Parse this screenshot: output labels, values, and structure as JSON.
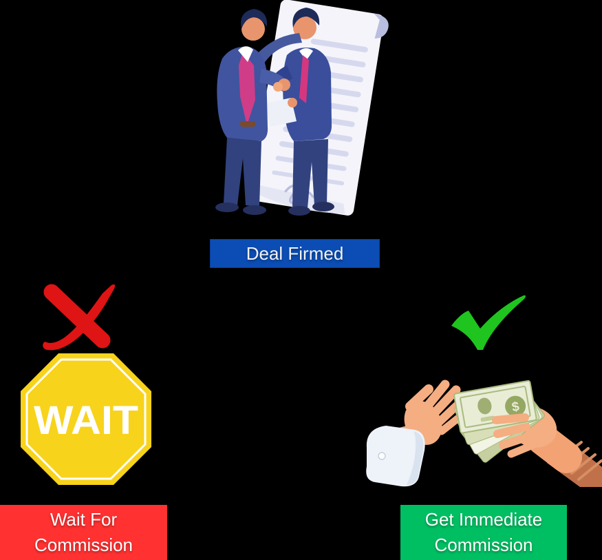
{
  "canvas": {
    "background": "#000000"
  },
  "deal": {
    "illustration": "two-businessmen-handshake-contract",
    "banner": {
      "label": "Deal Firmed",
      "bg": "#0b4db4",
      "text_color": "#f2f2f2"
    }
  },
  "wait_path": {
    "icon": "red-cross",
    "icon_color": "#df1414",
    "sign": {
      "label": "WAIT",
      "shape": "octagon",
      "bg": "#f8d31c",
      "text_color": "#ffffff"
    },
    "banner": {
      "line1": "Wait For",
      "line2": "Commission",
      "bg": "#ff3131",
      "text_color": "#ffffff"
    }
  },
  "paid_path": {
    "icon": "green-check",
    "icon_color": "#1fc41f",
    "illustration": "hand-giving-money",
    "banner": {
      "line1": "Get Immediate",
      "line2": "Commission",
      "bg": "#00bf63",
      "text_color": "#ffffff"
    }
  }
}
